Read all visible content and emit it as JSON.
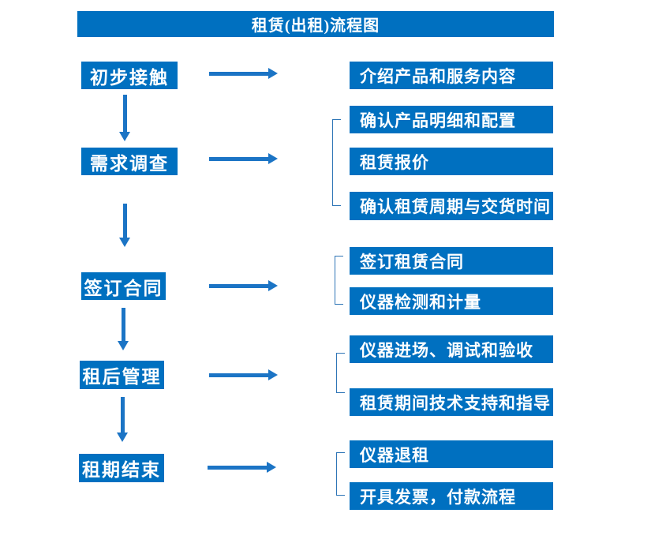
{
  "diagram": {
    "title": "租赁(出租)流程图",
    "colors": {
      "box_fill": "#0070C0",
      "arrow": "#1B74C5",
      "bracket": "#2E75B6",
      "text": "#FFFFFF",
      "background": "#FFFFFF"
    },
    "steps": [
      {
        "label": "初步接触",
        "details": [
          "介绍产品和服务内容"
        ]
      },
      {
        "label": "需求调查",
        "details": [
          "确认产品明细和配置",
          "租赁报价",
          "确认租赁周期与交货时间"
        ]
      },
      {
        "label": "签订合同",
        "details": [
          "签订租赁合同",
          "仪器检测和计量"
        ]
      },
      {
        "label": "租后管理",
        "details": [
          "仪器进场、调试和验收",
          "租赁期间技术支持和指导"
        ]
      },
      {
        "label": "租期结束",
        "details": [
          "仪器退租",
          "开具发票，付款流程"
        ]
      }
    ]
  }
}
